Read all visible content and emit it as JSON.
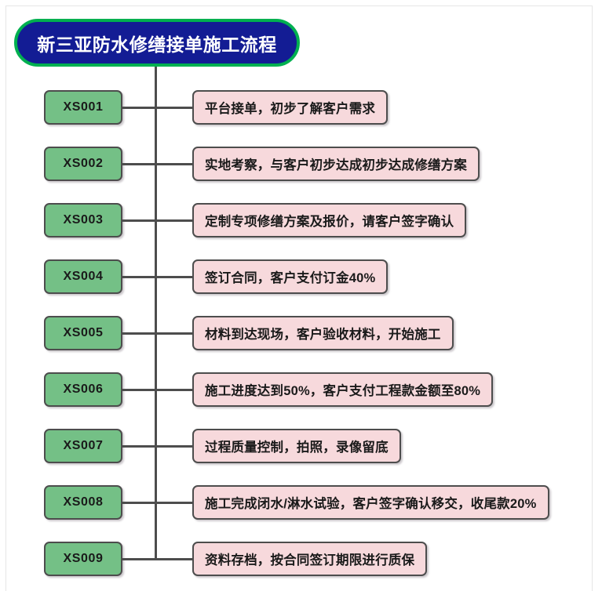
{
  "diagram": {
    "title": "新三亚防水修缮接单施工流程",
    "title_fill": "#131c94",
    "title_stroke": "#00b050",
    "title_text_color": "#ffffff",
    "code_fill": "#74c086",
    "desc_fill": "#f7d9dc",
    "box_stroke": "#4d4d4d",
    "connector_color": "#4d4d4d",
    "steps": [
      {
        "code": "XS001",
        "desc": "平台接单，初步了解客户需求"
      },
      {
        "code": "XS002",
        "desc": "实地考察，与客户初步达成初步达成修缮方案"
      },
      {
        "code": "XS003",
        "desc": "定制专项修缮方案及报价，请客户签字确认"
      },
      {
        "code": "XS004",
        "desc": "签订合同，客户支付订金40%"
      },
      {
        "code": "XS005",
        "desc": "材料到达现场，客户验收材料，开始施工"
      },
      {
        "code": "XS006",
        "desc": "施工进度达到50%，客户支付工程款金额至80%"
      },
      {
        "code": "XS007",
        "desc": "过程质量控制，拍照，录像留底"
      },
      {
        "code": "XS008",
        "desc": "施工完成闭水/淋水试验，客户签字确认移交，收尾款20%"
      },
      {
        "code": "XS009",
        "desc": "资料存档，按合同签订期限进行质保"
      }
    ]
  }
}
